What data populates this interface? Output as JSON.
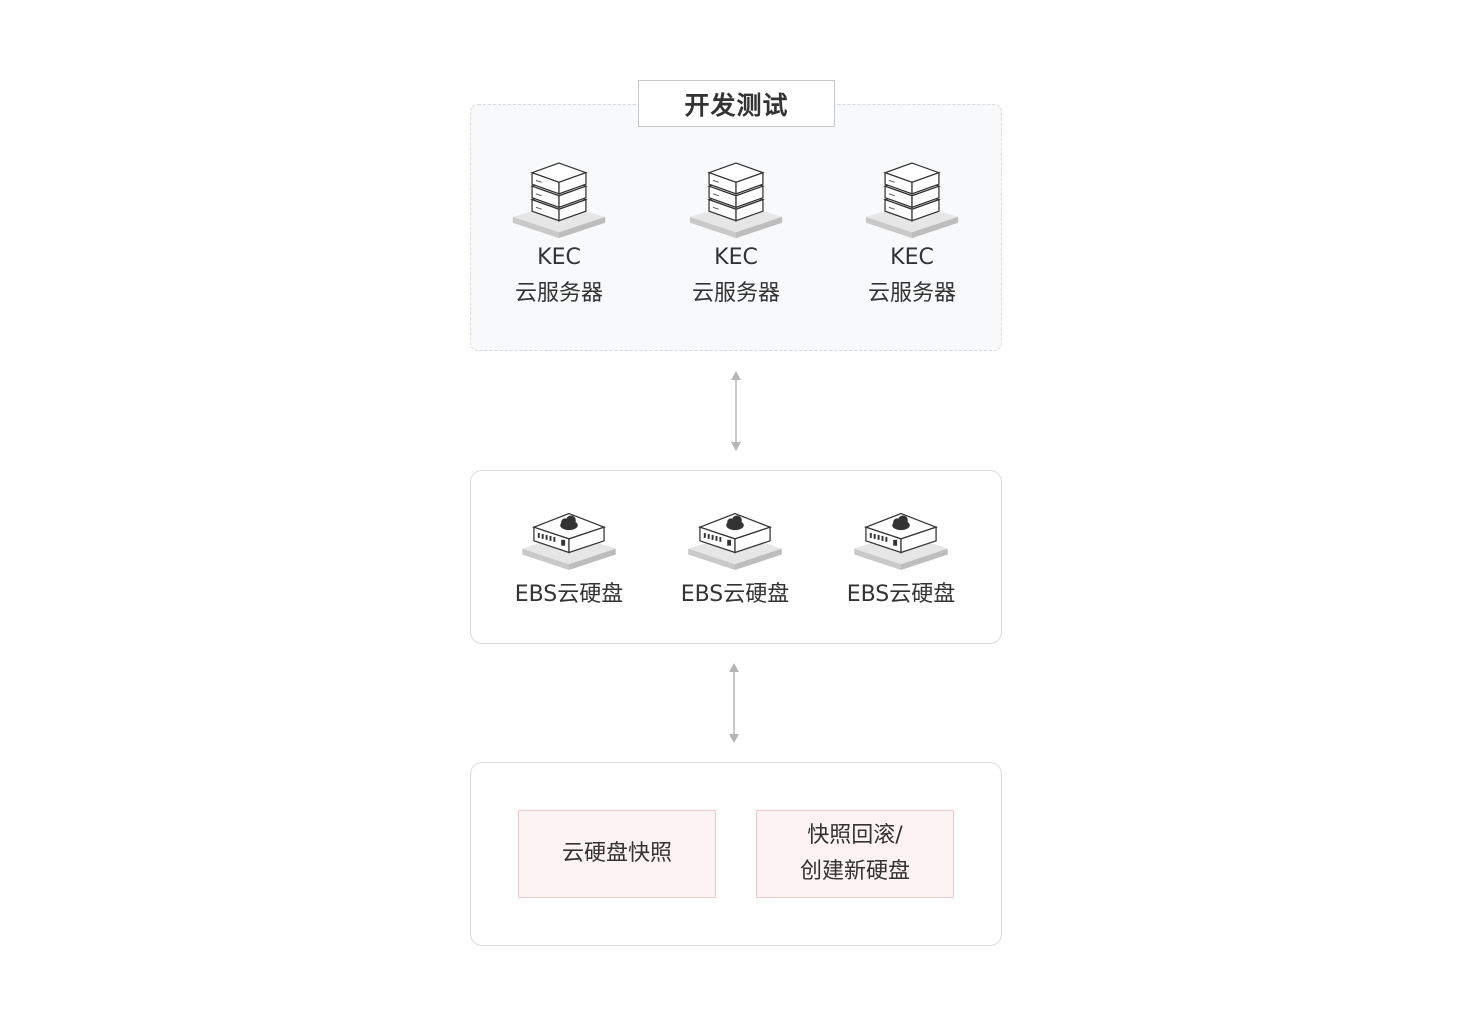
{
  "group_title": "开发测试",
  "kec_nodes": [
    {
      "line1": "KEC",
      "line2": "云服务器"
    },
    {
      "line1": "KEC",
      "line2": "云服务器"
    },
    {
      "line1": "KEC",
      "line2": "云服务器"
    }
  ],
  "ebs_nodes": [
    {
      "label": "EBS云硬盘"
    },
    {
      "label": "EBS云硬盘"
    },
    {
      "label": "EBS云硬盘"
    }
  ],
  "snapshot_boxes": [
    {
      "line1": "云硬盘快照",
      "line2": ""
    },
    {
      "line1": "快照回滚/",
      "line2": "创建新硬盘"
    }
  ],
  "colors": {
    "dev_panel_bg": "#f8f9fa",
    "box_bg": "#fdf3f3",
    "box_border": "#efcaca",
    "arrow": "#b5b5b5"
  },
  "icons": {
    "server": "server-stack-icon",
    "disk": "cloud-disk-icon"
  }
}
